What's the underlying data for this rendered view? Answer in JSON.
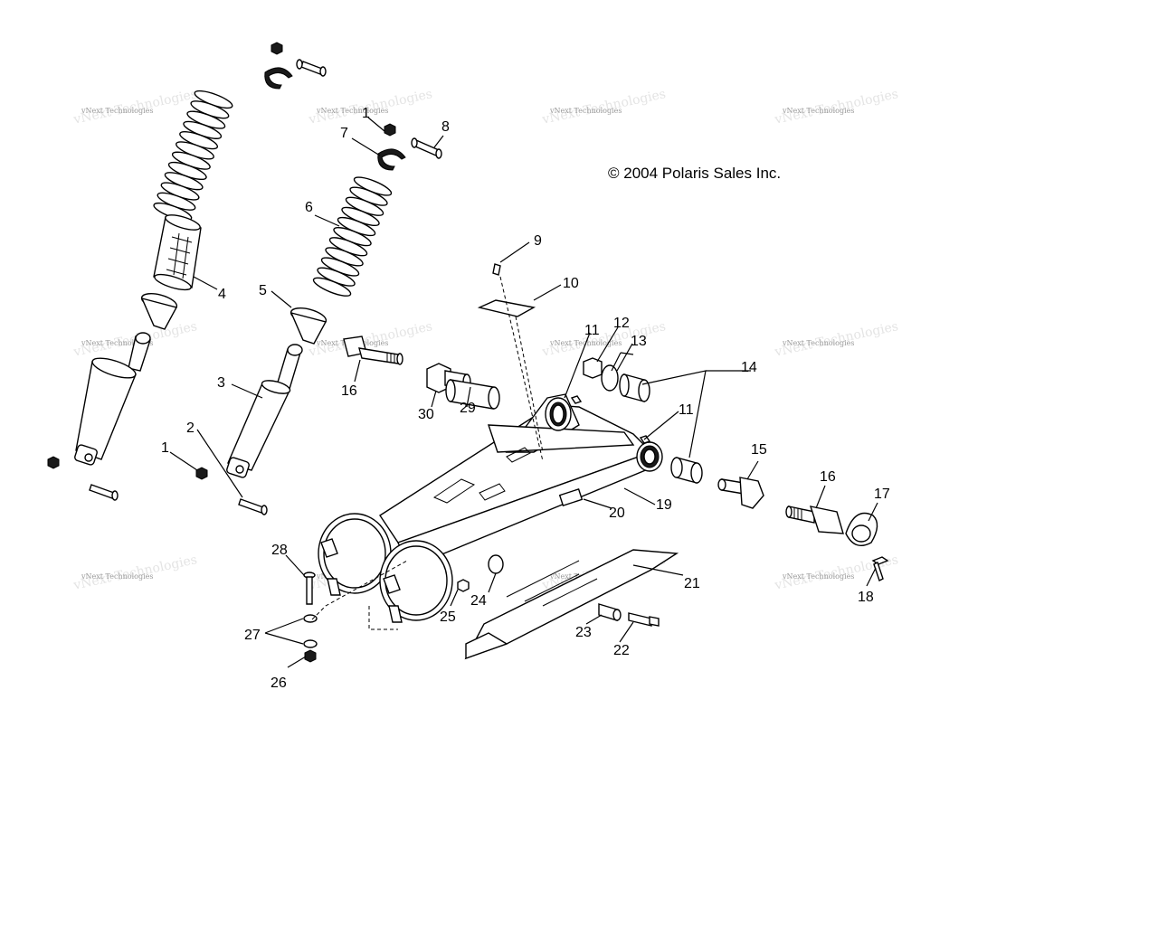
{
  "copyright": "© 2004 Polaris Sales Inc.",
  "watermark": "vNext Technologies",
  "callouts": [
    "1",
    "2",
    "3",
    "4",
    "5",
    "6",
    "7",
    "8",
    "9",
    "10",
    "11",
    "11",
    "12",
    "13",
    "14",
    "15",
    "16",
    "16",
    "17",
    "18",
    "19",
    "20",
    "21",
    "22",
    "23",
    "24",
    "25",
    "26",
    "27",
    "28",
    "29",
    "30",
    "1"
  ]
}
